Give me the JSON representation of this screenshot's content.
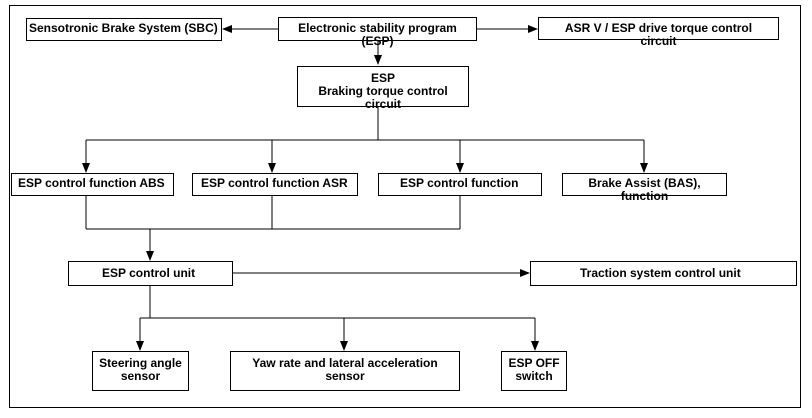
{
  "boxes": {
    "sbc": "Sensotronic Brake System (SBC)",
    "esp_program": "Electronic stability program (ESP)",
    "asr": "ASR V / ESP drive torque control circuit",
    "braking_line1": "ESP",
    "braking_line2": "Braking torque control circuit",
    "abs": "ESP control function ABS",
    "asr_func": "ESP control function ASR",
    "control_func": "ESP control function",
    "bas": "Brake Assist (BAS), function",
    "control_unit": "ESP control unit",
    "traction": "Traction system control unit",
    "steering": "Steering angle sensor",
    "yaw": "Yaw rate and lateral acceleration sensor",
    "off_switch": "ESP OFF switch"
  },
  "colors": {
    "line": "#000000",
    "background": "#ffffff"
  }
}
